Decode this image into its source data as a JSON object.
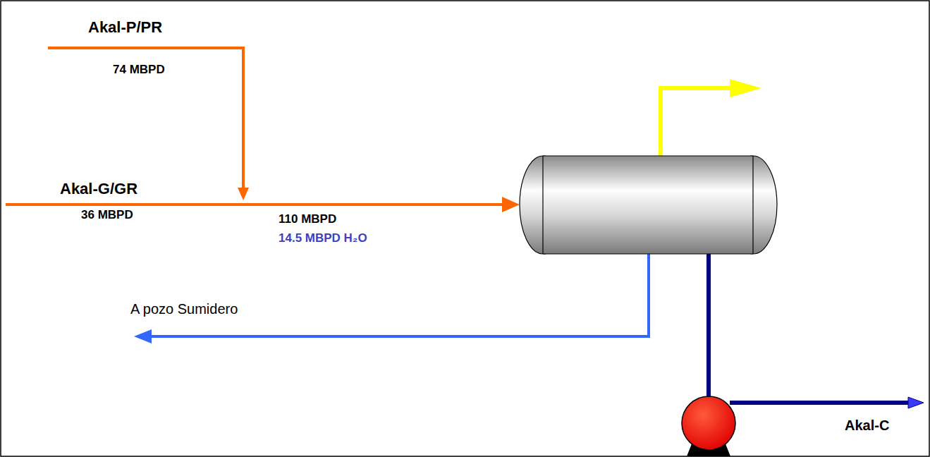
{
  "diagram": {
    "labels": [
      "Akal-P/PR",
      "74 MBPD",
      "Akal-G/GR",
      "36 MBPD",
      "110 MBPD",
      "14.5 MBPD H₂O",
      "A pozo Sumidero",
      "Akal-C"
    ]
  }
}
